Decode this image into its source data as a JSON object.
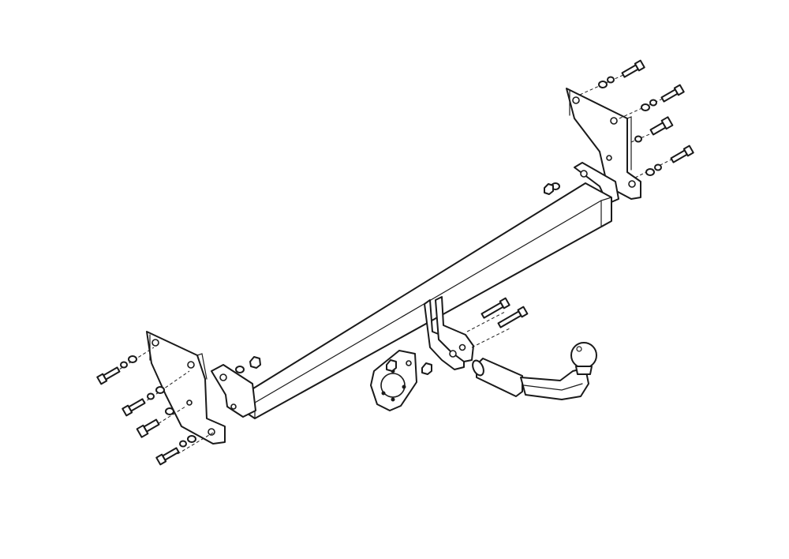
{
  "drawing": {
    "stroke_color": "#1a1a1a",
    "background": "#ffffff",
    "parts": [
      "left-bracket",
      "right-bracket",
      "cross-beam",
      "center-bracket",
      "socket-plate",
      "tow-ball-arm",
      "bolt",
      "washer",
      "nut"
    ]
  }
}
